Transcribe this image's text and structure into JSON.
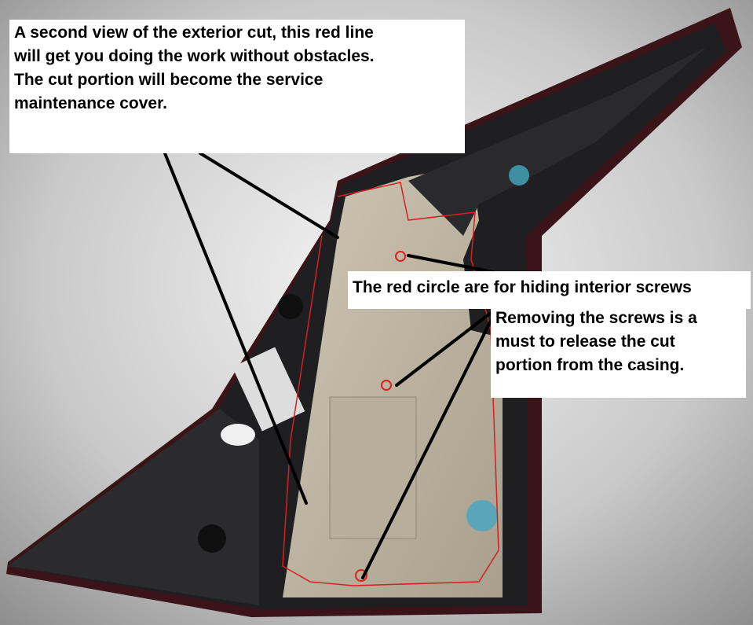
{
  "callouts": {
    "exterior_cut": [
      "A second view of the exterior cut, this red line",
      "will get you doing the work without obstacles.",
      "The cut portion will become the service",
      "maintenance cover."
    ],
    "red_circle": "The red circle are for hiding interior screws",
    "remove_screws": [
      "Removing the screws is a",
      "must to release the cut",
      "portion from the casing."
    ]
  },
  "colors": {
    "cut_line": "#d42020",
    "housing": "#1e1e20",
    "interior": "#bdb4a2",
    "accent_cap": "#3f8fa3"
  }
}
